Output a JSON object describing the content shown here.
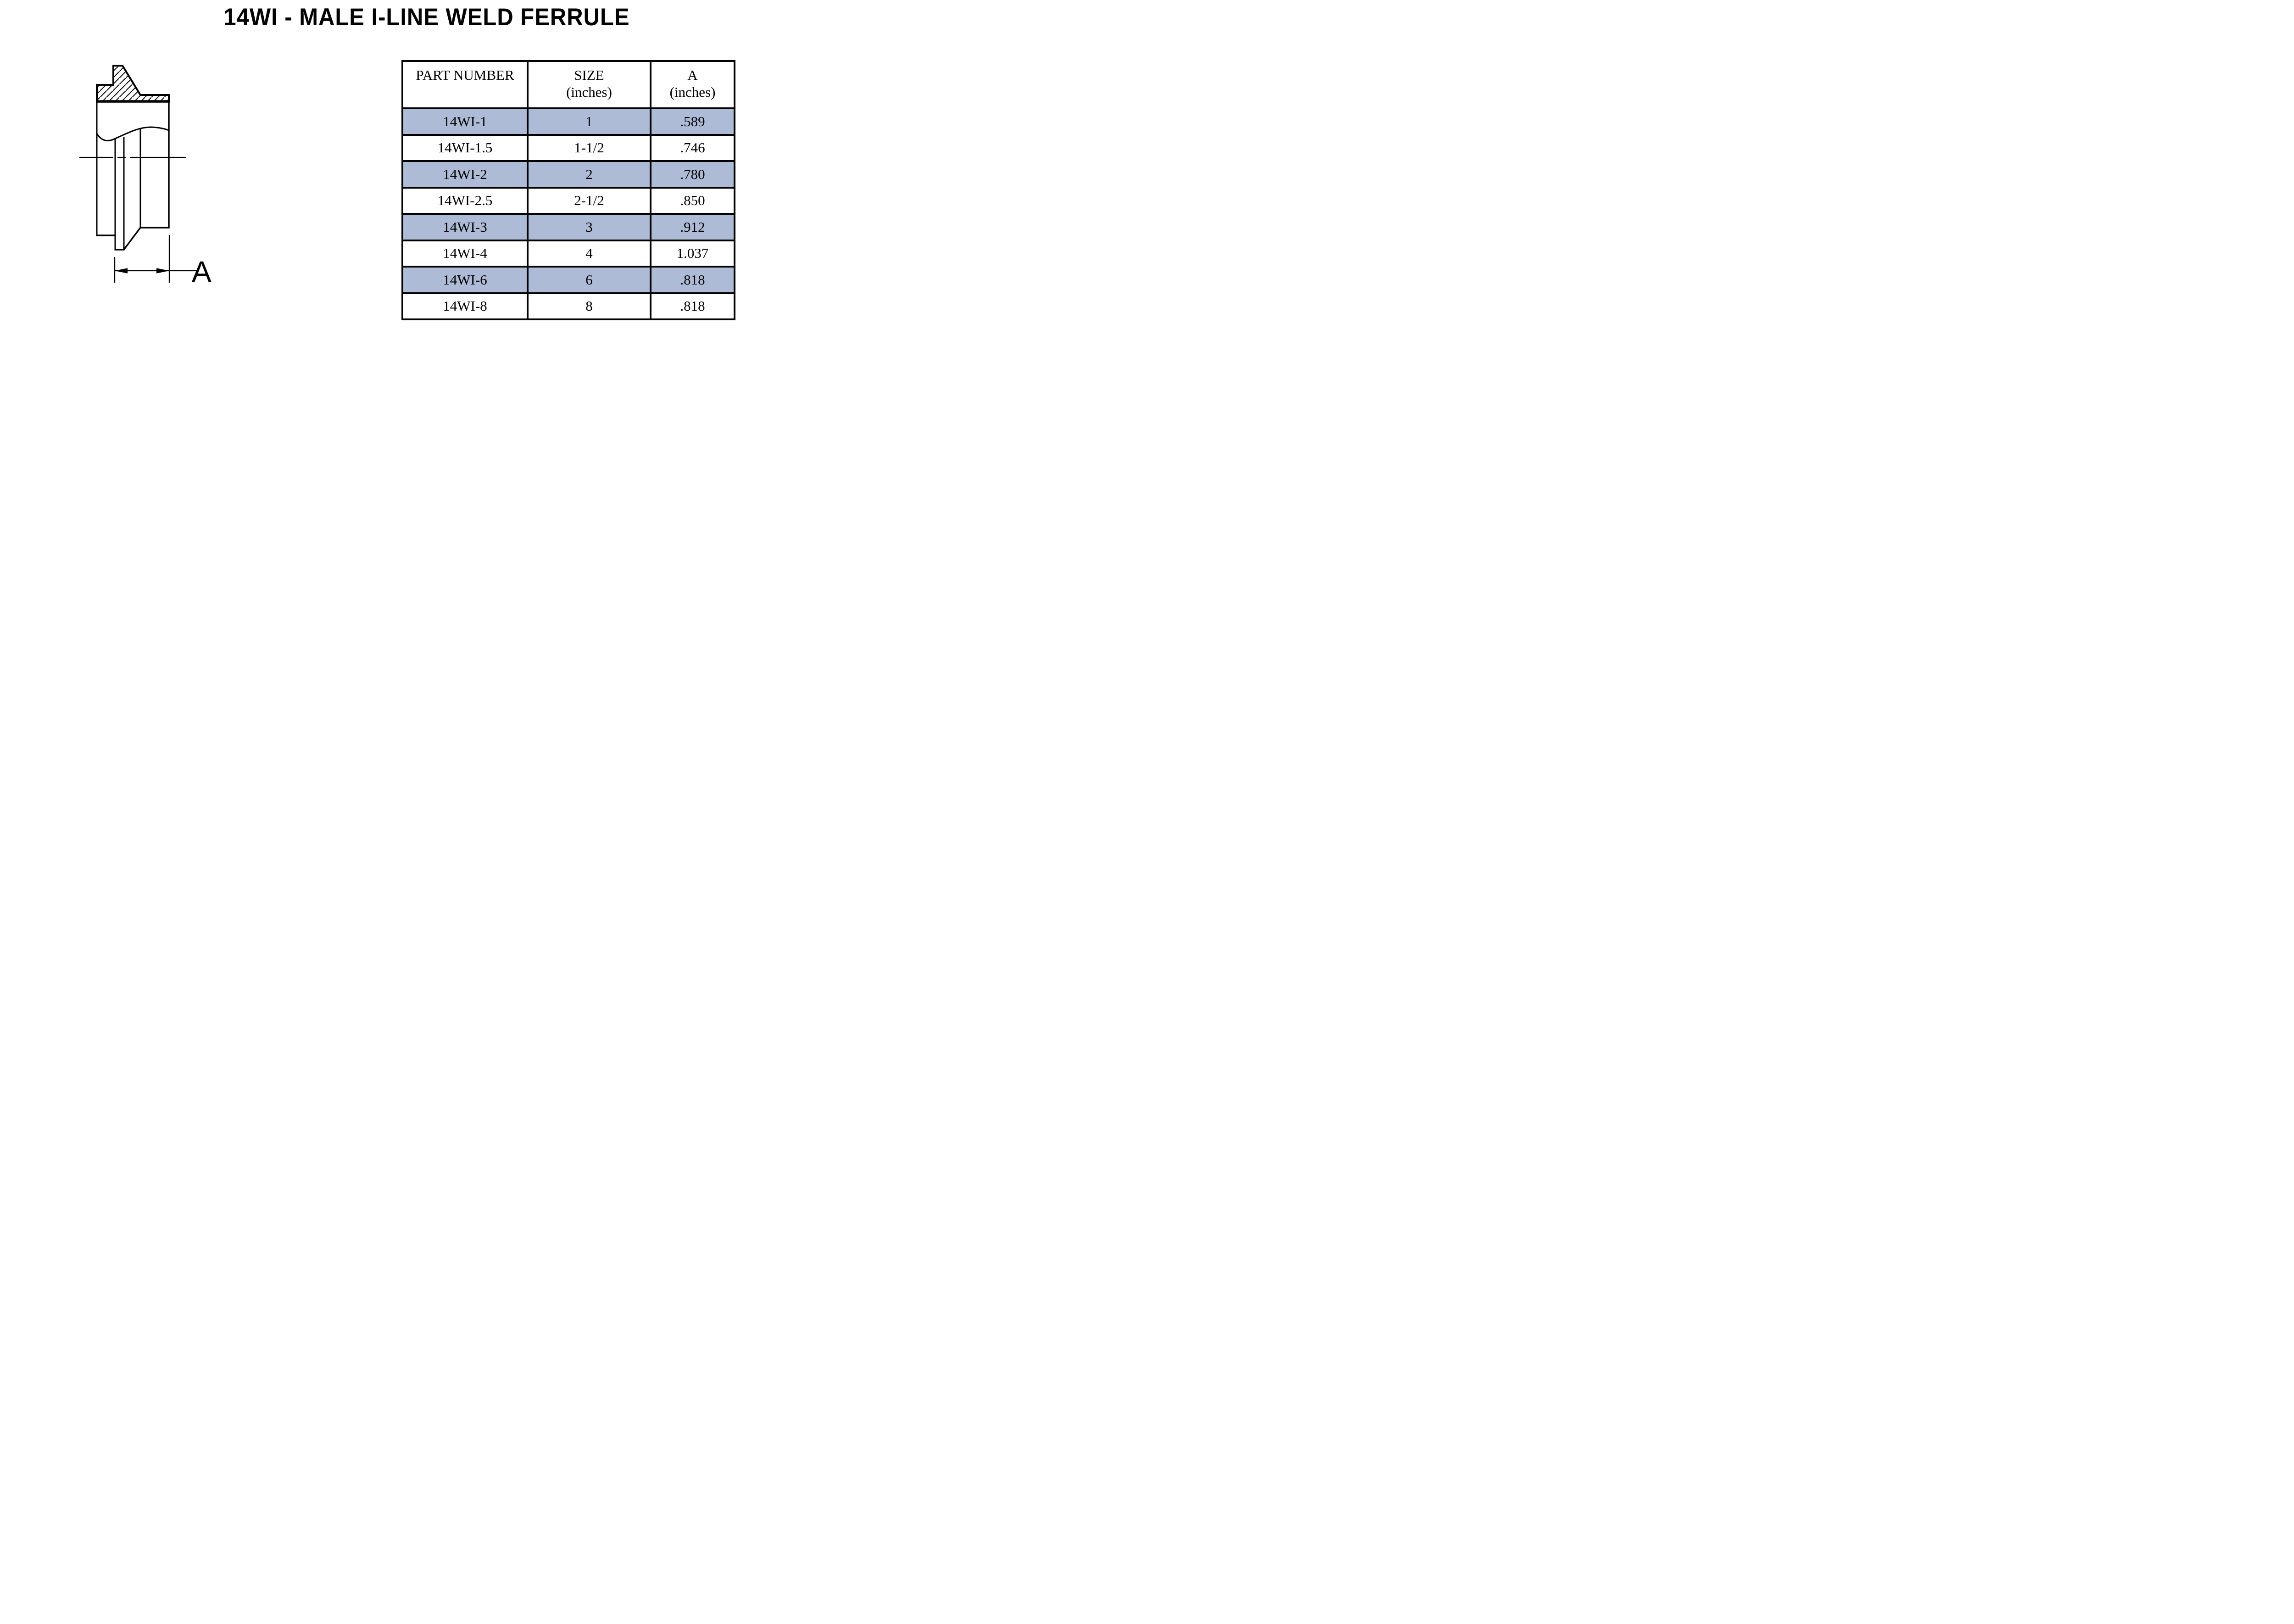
{
  "page": {
    "title": "14WI - MALE I-LINE WELD FERRULE"
  },
  "drawing": {
    "dimension_label": "A"
  },
  "table": {
    "headers": {
      "part_number": {
        "line1": "PART NUMBER",
        "line2": ""
      },
      "size": {
        "line1": "SIZE",
        "line2": "(inches)"
      },
      "a": {
        "line1": "A",
        "line2": "(inches)"
      }
    },
    "rows": [
      {
        "part": "14WI-1",
        "size": "1",
        "a": ".589",
        "highlighted": true
      },
      {
        "part": "14WI-1.5",
        "size": "1-1/2",
        "a": ".746",
        "highlighted": false
      },
      {
        "part": "14WI-2",
        "size": "2",
        "a": ".780",
        "highlighted": true
      },
      {
        "part": "14WI-2.5",
        "size": "2-1/2",
        "a": ".850",
        "highlighted": false
      },
      {
        "part": "14WI-3",
        "size": "3",
        "a": ".912",
        "highlighted": true
      },
      {
        "part": "14WI-4",
        "size": "4",
        "a": "1.037",
        "highlighted": false
      },
      {
        "part": "14WI-6",
        "size": "6",
        "a": ".818",
        "highlighted": true
      },
      {
        "part": "14WI-8",
        "size": "8",
        "a": ".818",
        "highlighted": false
      }
    ],
    "colors": {
      "row_highlight": "#aebbd6",
      "border": "#000000",
      "line": "#000000"
    }
  }
}
